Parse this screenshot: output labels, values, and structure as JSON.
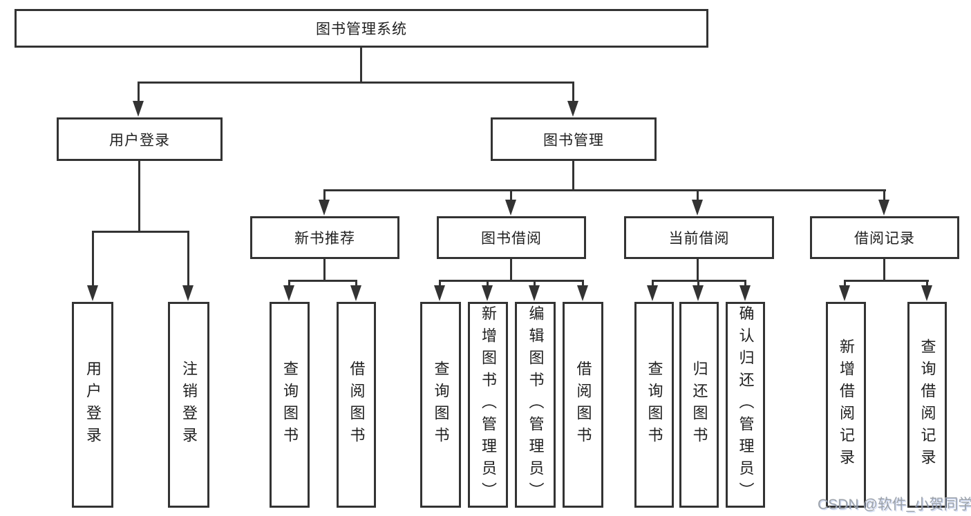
{
  "diagram": {
    "root": {
      "label": "图书管理系统"
    },
    "user_login": {
      "label": "用户登录",
      "children": [
        {
          "label": "用户登录"
        },
        {
          "label": "注销登录"
        }
      ]
    },
    "book_mgmt": {
      "label": "图书管理",
      "sections": [
        {
          "label": "新书推荐",
          "children": [
            {
              "label": "查询图书"
            },
            {
              "label": "借阅图书"
            }
          ]
        },
        {
          "label": "图书借阅",
          "children": [
            {
              "label": "查询图书"
            },
            {
              "label": "新增图书（管理员）"
            },
            {
              "label": "编辑图书（管理员）"
            },
            {
              "label": "借阅图书"
            }
          ]
        },
        {
          "label": "当前借阅",
          "children": [
            {
              "label": "查询图书"
            },
            {
              "label": "归还图书"
            },
            {
              "label": "确认归还（管理员）"
            }
          ]
        },
        {
          "label": "借阅记录",
          "children": [
            {
              "label": "新增借阅记录"
            },
            {
              "label": "查询借阅记录"
            }
          ]
        }
      ]
    },
    "colors": {
      "line": "#333333",
      "text": "#1f1f1f",
      "watermark": "#9ba1a9",
      "background": "#ffffff"
    }
  },
  "watermark": {
    "text": "CSDN @软件_小贺同学"
  }
}
